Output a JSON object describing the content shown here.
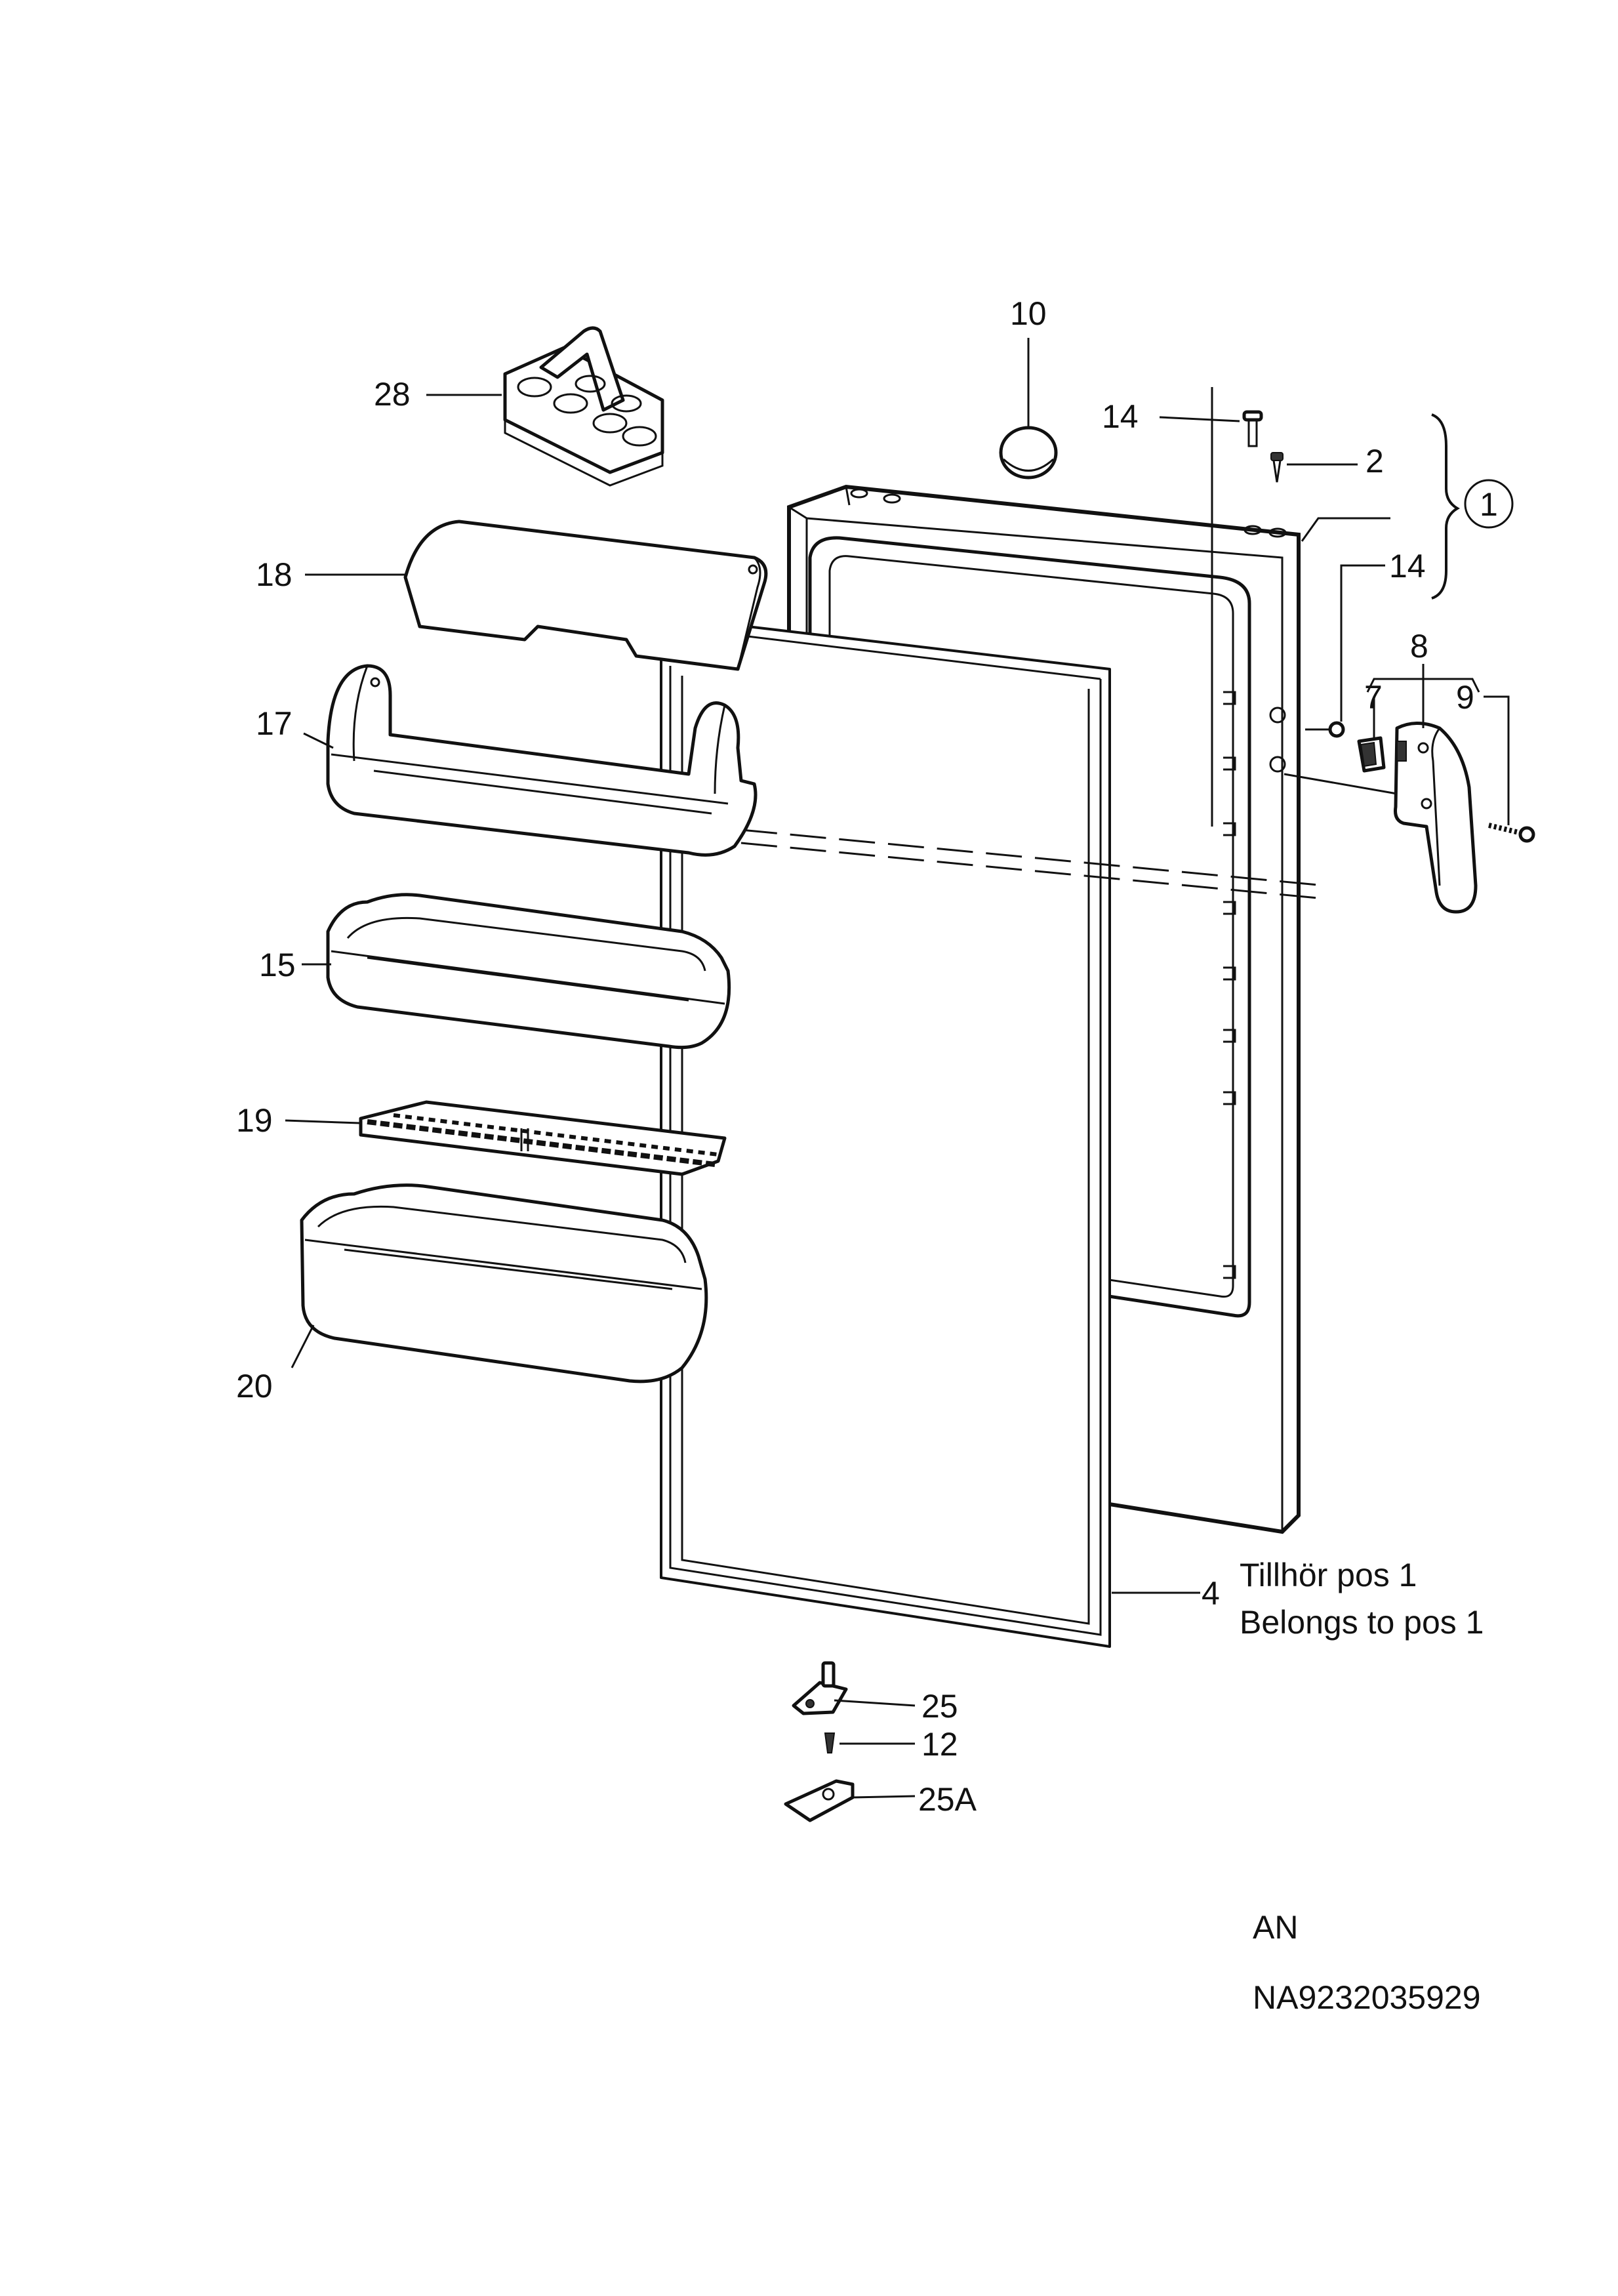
{
  "diagram": {
    "callouts": {
      "c10": "10",
      "c28": "28",
      "c14a": "14",
      "c2": "2",
      "c1": "1",
      "c14b": "14",
      "c18": "18",
      "c8": "8",
      "c7": "7",
      "c9": "9",
      "c17": "17",
      "c15": "15",
      "c19": "19",
      "c20": "20",
      "c4": "4",
      "c25": "25",
      "c12": "12",
      "c25a": "25A"
    },
    "note": {
      "line1": "Tillhör pos 1",
      "line2": "Belongs to pos 1"
    },
    "footer": {
      "code": "AN",
      "part_number": "NA9232035929"
    }
  }
}
